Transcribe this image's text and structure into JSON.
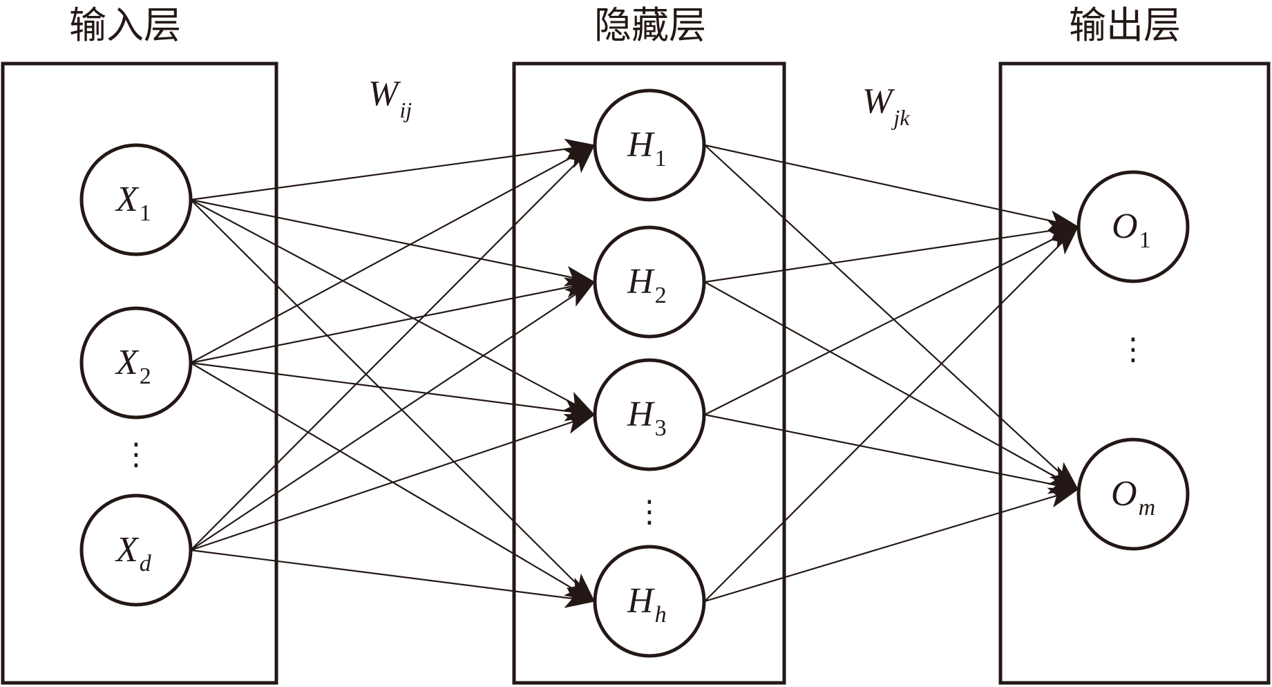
{
  "layers": {
    "input": {
      "title": "输入层"
    },
    "hidden": {
      "title": "隐藏层"
    },
    "output": {
      "title": "输出层"
    }
  },
  "weights": {
    "input_hidden": {
      "symbol": "W",
      "subscript": "ij"
    },
    "hidden_output": {
      "symbol": "W",
      "subscript": "jk"
    }
  },
  "nodes": {
    "input": [
      {
        "symbol": "X",
        "subscript": "1"
      },
      {
        "symbol": "X",
        "subscript": "2"
      },
      {
        "symbol": "X",
        "subscript": "d"
      }
    ],
    "hidden": [
      {
        "symbol": "H",
        "subscript": "1"
      },
      {
        "symbol": "H",
        "subscript": "2"
      },
      {
        "symbol": "H",
        "subscript": "3"
      },
      {
        "symbol": "H",
        "subscript": "h"
      }
    ],
    "output": [
      {
        "symbol": "O",
        "subscript": "1"
      },
      {
        "symbol": "O",
        "subscript": "m"
      }
    ]
  },
  "ellipsis": "⋮",
  "colors": {
    "ink": "#231815",
    "background": "#ffffff"
  }
}
